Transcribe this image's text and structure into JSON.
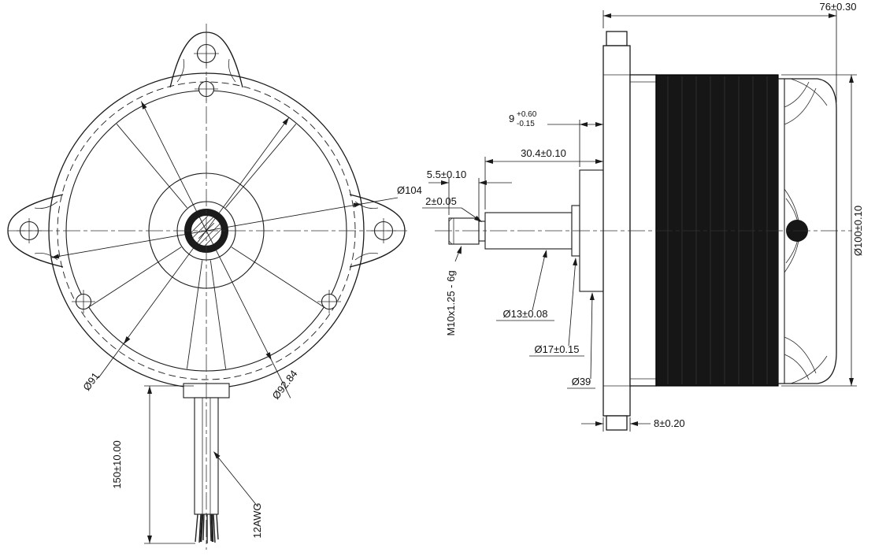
{
  "front_view": {
    "labels": {
      "dia104": "Ø104",
      "dia91": "Ø91",
      "dia92_84": "Ø92.84",
      "lead_length": "150±10.00",
      "wire_gauge": "12AWG"
    }
  },
  "side_view": {
    "labels": {
      "overall_length": "76±0.30",
      "boss_length": "9",
      "boss_length_tol_upper": "+0.60",
      "boss_length_tol_lower": "-0.15",
      "shaft_extension": "30.4±0.10",
      "thread_length": "5.5±0.10",
      "relief_groove": "2±0.05",
      "thread_spec": "M10x1.25 - 6g",
      "dia13": "Ø13±0.08",
      "dia17": "Ø17±0.15",
      "dia39": "Ø39",
      "dia100": "Ø100±0.10",
      "flange_thickness": "8±0.20"
    }
  },
  "colors": {
    "line": "#1a1a1a",
    "body_fill": "#161616",
    "background": "#ffffff"
  }
}
